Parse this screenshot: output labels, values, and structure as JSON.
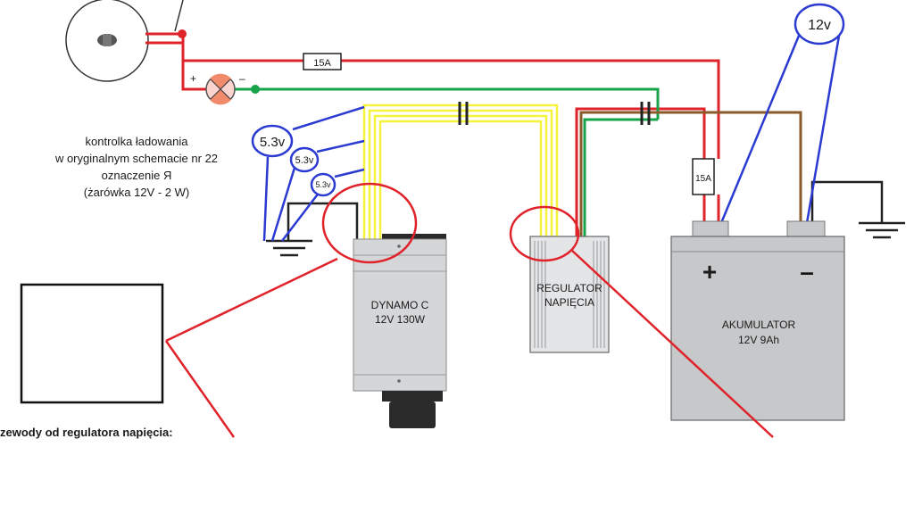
{
  "fuse_top": "15A",
  "fuse_right": "15A",
  "lamp": {
    "plus": "+",
    "minus": "–",
    "caption_lines": [
      "kontrolka ładowania",
      "w oryginalnym schemacie nr 22",
      "oznaczenie Я",
      "(żarówka 12V - 2 W)"
    ]
  },
  "voltages": {
    "battery": "12v",
    "dynamo_1": "5.3v",
    "dynamo_2": "5.3v",
    "dynamo_3": "5.3v"
  },
  "dynamo": {
    "line1": "DYNAMO C",
    "line2": "12V 130W"
  },
  "regulator": {
    "line1": "REGULATOR",
    "line2": "NAPIĘCIA"
  },
  "battery": {
    "plus": "+",
    "minus": "–",
    "line1": "AKUMULATOR",
    "line2": "12V 9Ah"
  },
  "bottom_caption": "zewody od regulatora napięcia:",
  "colors": {
    "red": "#e0232b",
    "green": "#16a34a",
    "yellow": "#f7f23a",
    "brown": "#8b5a2b",
    "blue": "#2b3bd1",
    "gray": "#c7c8ca",
    "dark": "#2a2a2a"
  }
}
